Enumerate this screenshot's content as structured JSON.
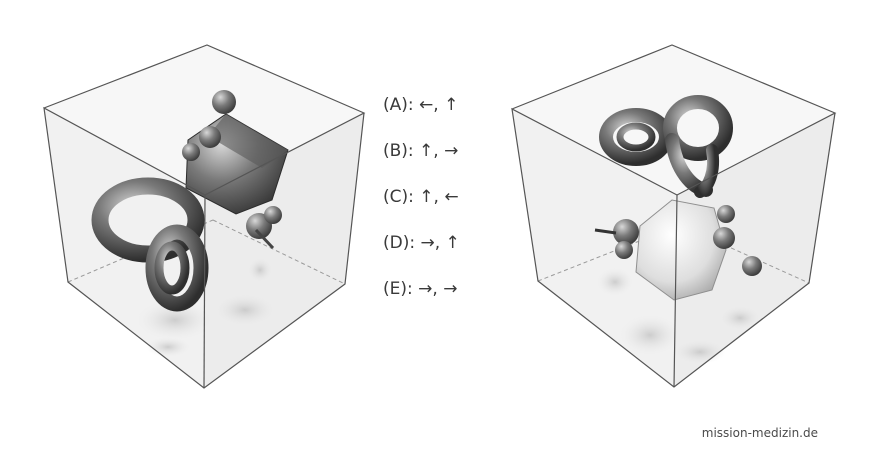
{
  "answer_options": [
    {
      "label": "(A): ←, ↑"
    },
    {
      "label": "(B): ↑, →"
    },
    {
      "label": "(C): ↑, ←"
    },
    {
      "label": "(D): →, ↑"
    },
    {
      "label": "(E): →, →"
    }
  ],
  "credit": "mission-medizin.de",
  "colors": {
    "background": "#ffffff",
    "cube_edge": "#555555",
    "hidden_edge": "#9a9a9a",
    "object_light": "#f2f2f2",
    "object_dark": "#3c3c3c",
    "text": "#3a3a3a"
  }
}
